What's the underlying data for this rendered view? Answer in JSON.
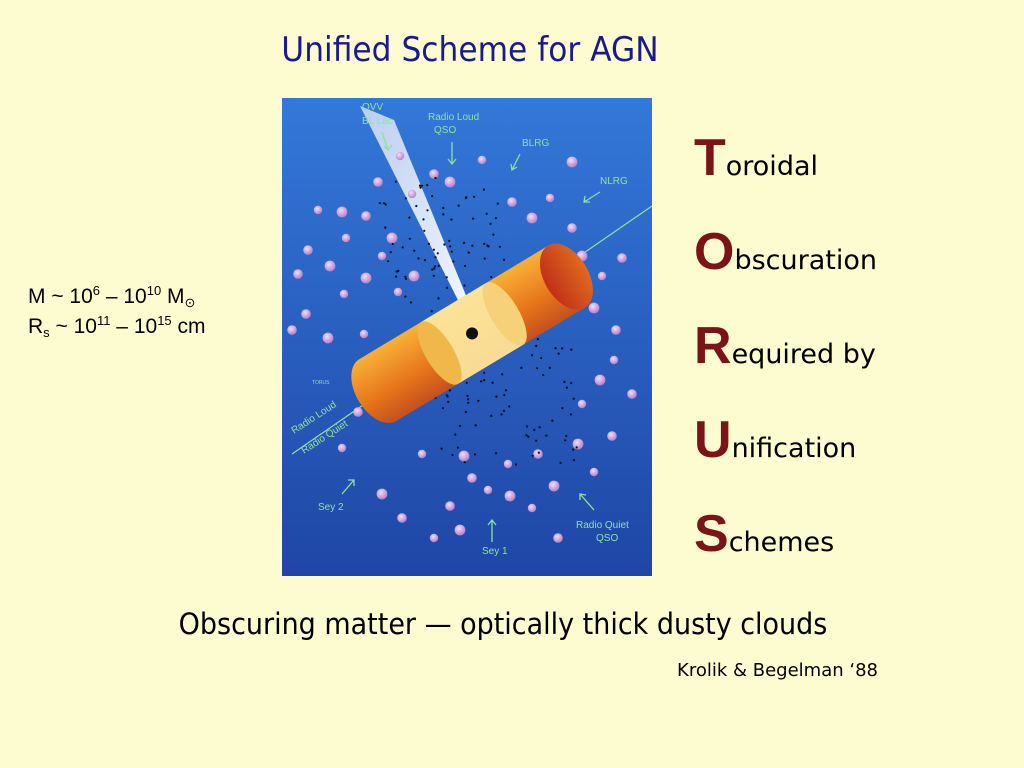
{
  "slide": {
    "title": "Unified Scheme for AGN",
    "caption": "Obscuring matter — optically thick dusty clouds",
    "citation": "Krolik & Begelman ‘88",
    "background": "#fdfcd0",
    "title_color": "#1a1a8c",
    "accent_letter_color": "#7a1416"
  },
  "mass": {
    "line1": {
      "prefix": "M  ~ 10",
      "exp1": "6",
      "mid": "  – 10",
      "exp2": "10",
      "suffix": "  M",
      "symbol": "⊙"
    },
    "line2": {
      "prefix": "R",
      "sub": "s",
      "mid": " ~ 10",
      "exp1": "11",
      "dash": " – 10",
      "exp2": "15",
      "suffix": " cm"
    }
  },
  "torus_acronym": [
    {
      "letter": "T",
      "rest": "oroidal"
    },
    {
      "letter": "O",
      "rest": "bscuration"
    },
    {
      "letter": "R",
      "rest": "equired by"
    },
    {
      "letter": "U",
      "rest": "nification"
    },
    {
      "letter": "S",
      "rest": "chemes"
    }
  ],
  "diagram": {
    "labels": {
      "ovv": "OVV",
      "bllac": "BL Lac",
      "radio_loud_qso_1": "Radio Loud",
      "radio_loud_qso_2": "QSO",
      "blrg": "BLRG",
      "nlrg": "NLRG",
      "torus": "TORUS",
      "radio_loud": "Radio Loud",
      "radio_quiet": "Radio Quiet",
      "sey2": "Sey 2",
      "sey1": "Sey 1",
      "radio_quiet_qso_1": "Radio Quiet",
      "radio_quiet_qso_2": "QSO"
    },
    "colors": {
      "background_top": "#2f6fd0",
      "background_bottom": "#2048a8",
      "torus_outer": "#e8841c",
      "torus_inner": "#fce9a0",
      "clouds": "#c89ad8",
      "labels": "#8fe0a0"
    }
  }
}
